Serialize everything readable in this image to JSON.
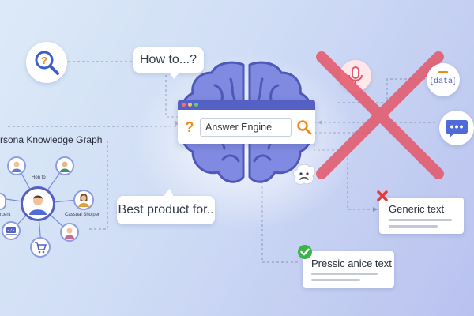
{
  "bubbles": {
    "question": "How to...?",
    "answer": "Best product for.."
  },
  "engine": {
    "label": "Answer Engine",
    "titlebar_dots": [
      "#ff6b6b",
      "#ffc24b",
      "#5ad07a"
    ]
  },
  "graph": {
    "title": "rsona Knowledge Graph",
    "labels": [
      "Hon to",
      "Cassual Shoiper",
      "rcent"
    ]
  },
  "cards": {
    "generic": "Generic text",
    "precise": "Pressic anice text"
  },
  "icons": {
    "search": "magnifier-question-icon",
    "mic": "microphone-icon",
    "code": "data-code-icon",
    "chat": "chat-bubble-icon",
    "sad": "sad-face-icon",
    "cross": "red-x-icon",
    "check": "green-check-icon"
  },
  "colors": {
    "accent": "#5560c4",
    "brain": "#7f8ae0",
    "brain_outline": "#4e58b8",
    "cross": "#e45a6d",
    "check": "#3bb54a",
    "x_mark": "#e23b3b"
  }
}
